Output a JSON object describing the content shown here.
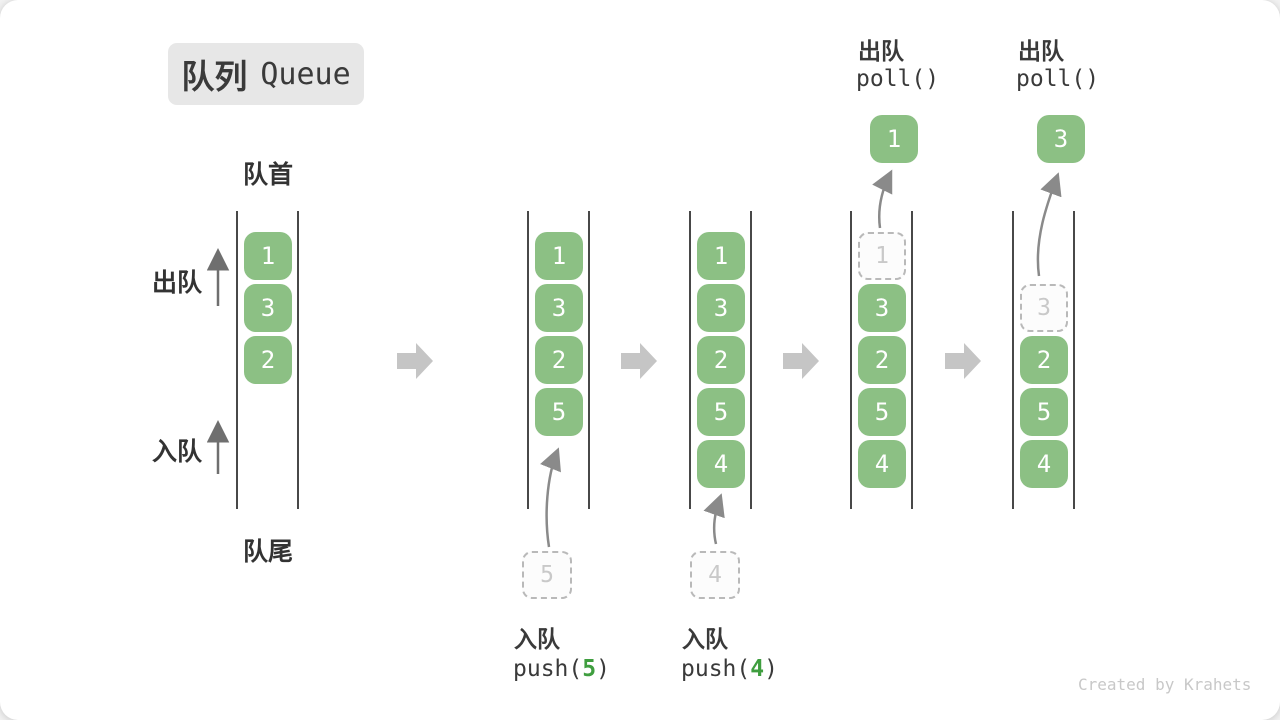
{
  "title": {
    "zh": "队列",
    "en": "Queue"
  },
  "side": {
    "front": "队首",
    "rear": "队尾",
    "dequeue": "出队",
    "enqueue": "入队"
  },
  "watermark": "Created by Krahets",
  "colors": {
    "box_green": "#8CC084",
    "op_num_green": "#3F9E3F",
    "block_arrow": "#C5C5C5",
    "wall": "#484848",
    "badge_bg": "#E7E7E7",
    "text_dark": "#3A3A3A",
    "dashed_border": "#B9B9B9",
    "dashed_text": "#C9C9C9",
    "curve_arrow": "#8A8A8A"
  },
  "steps": {
    "s1": {
      "boxes": [
        "1",
        "3",
        "2"
      ]
    },
    "s2": {
      "boxes": [
        "1",
        "3",
        "2",
        "5"
      ],
      "incoming": "5",
      "op_line1": "入队",
      "op_pre": "push(",
      "op_num": "5",
      "op_post": ")"
    },
    "s3": {
      "boxes": [
        "1",
        "3",
        "2",
        "5",
        "4"
      ],
      "incoming": "4",
      "op_line1": "入队",
      "op_pre": "push(",
      "op_num": "4",
      "op_post": ")"
    },
    "s4": {
      "removed": "1",
      "boxes": [
        "3",
        "2",
        "5",
        "4"
      ],
      "out": "1",
      "op_line1": "出队",
      "op_line2": "poll()"
    },
    "s5": {
      "removed": "3",
      "boxes": [
        "2",
        "5",
        "4"
      ],
      "out": "3",
      "op_line1": "出队",
      "op_line2": "poll()"
    }
  }
}
